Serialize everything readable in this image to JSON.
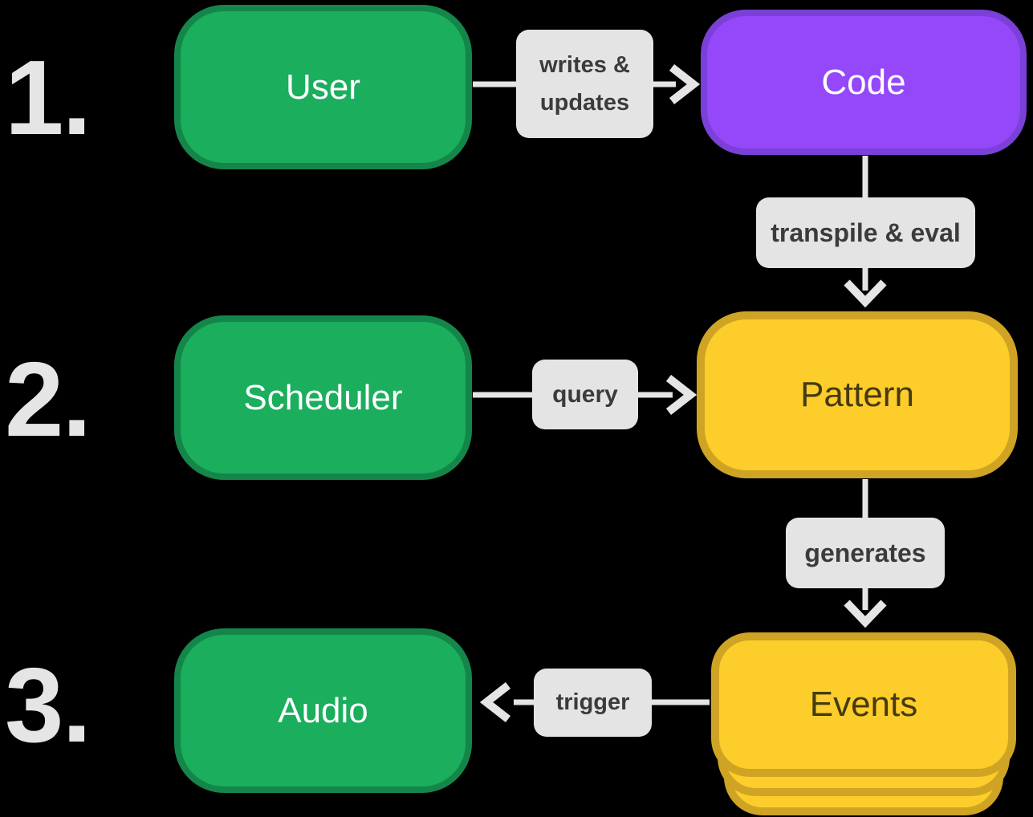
{
  "canvas": {
    "bg": "#000000"
  },
  "steps": {
    "one": "1.",
    "two": "2.",
    "three": "3."
  },
  "nodes": {
    "user": "User",
    "code": "Code",
    "scheduler": "Scheduler",
    "pattern": "Pattern",
    "audio": "Audio",
    "events": "Events"
  },
  "edges": {
    "writes_updates": {
      "line1": "writes &",
      "line2": "updates",
      "from": "User",
      "to": "Code",
      "direction": "right"
    },
    "transpile_eval": {
      "text": "transpile & eval",
      "from": "Code",
      "to": "Pattern",
      "direction": "down"
    },
    "query": {
      "text": "query",
      "from": "Scheduler",
      "to": "Pattern",
      "direction": "right"
    },
    "generates": {
      "text": "generates",
      "from": "Pattern",
      "to": "Events",
      "direction": "down"
    },
    "trigger": {
      "text": "trigger",
      "from": "Events",
      "to": "Audio",
      "direction": "left"
    }
  },
  "colors": {
    "canvas_bg": "#000000",
    "green_fill": "#1AAE5D",
    "green_border": "#148649",
    "purple_fill": "#9448FA",
    "purple_border": "#7B40D8",
    "yellow_fill": "#FCCD2B",
    "yellow_border": "#CFA424",
    "label_bg": "#E4E4E4",
    "label_text": "#3B3B3B",
    "arrow": "#E5E5E5",
    "number": "#E5E5E5",
    "node_text_light": "#FFFFFF",
    "node_text_dark": "#453A12"
  }
}
